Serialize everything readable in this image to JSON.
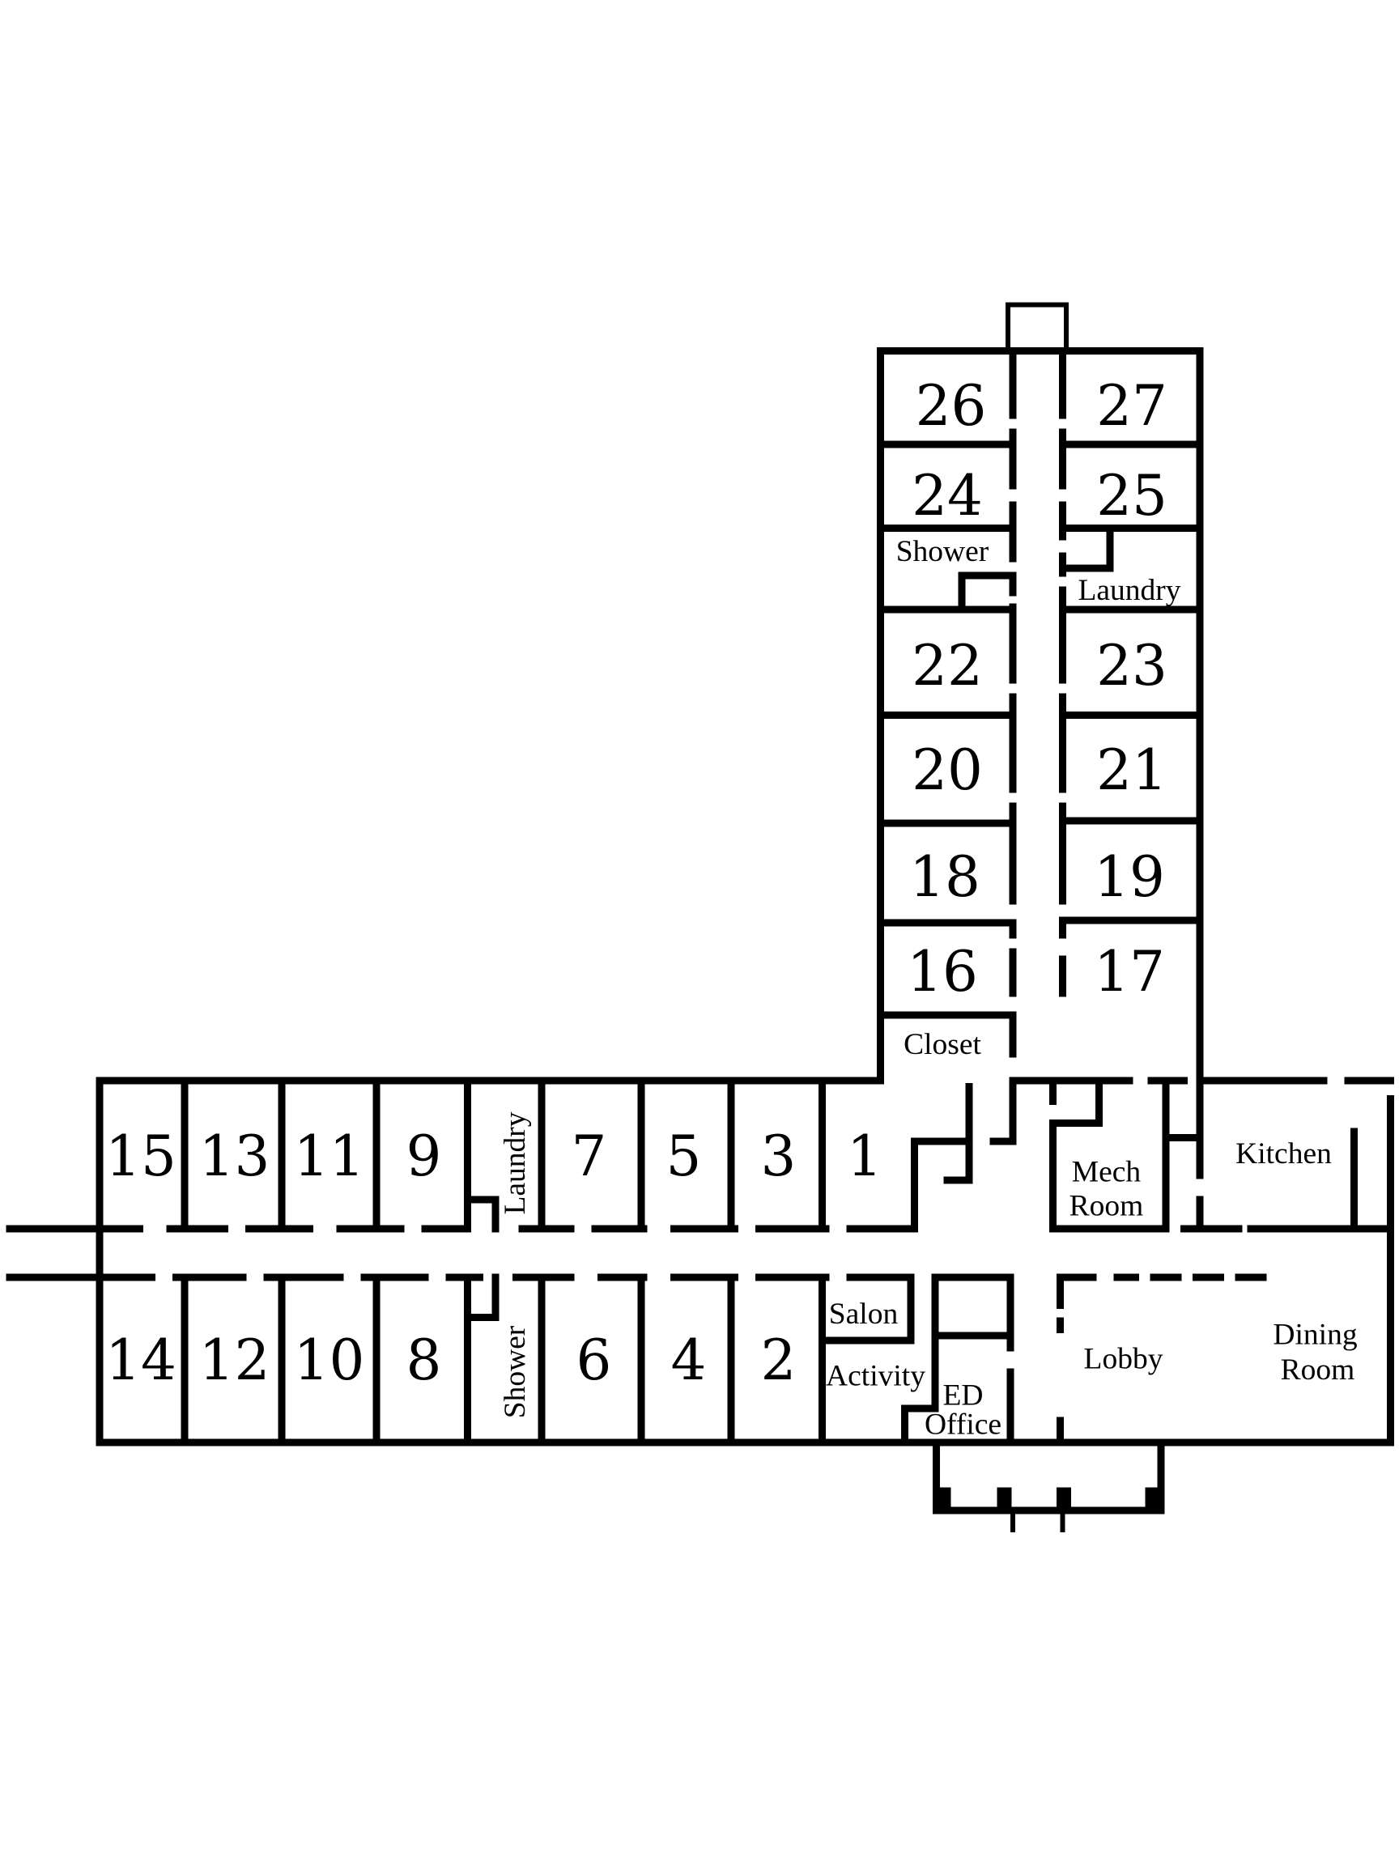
{
  "rooms": {
    "r1": "1",
    "r2": "2",
    "r3": "3",
    "r4": "4",
    "r5": "5",
    "r6": "6",
    "r7": "7",
    "r8": "8",
    "r9": "9",
    "r10": "10",
    "r11": "11",
    "r12": "12",
    "r13": "13",
    "r14": "14",
    "r15": "15",
    "r16": "16",
    "r17": "17",
    "r18": "18",
    "r19": "19",
    "r20": "20",
    "r21": "21",
    "r22": "22",
    "r23": "23",
    "r24": "24",
    "r25": "25",
    "r26": "26",
    "r27": "27"
  },
  "labels": {
    "shower_tower": "Shower",
    "laundry_tower": "Laundry",
    "closet": "Closet",
    "laundry_wing": "Laundry",
    "shower_wing": "Shower",
    "salon": "Salon",
    "activity": "Activity",
    "ed_office_1": "ED",
    "ed_office_2": "Office",
    "lobby": "Lobby",
    "dining_1": "Dining",
    "dining_2": "Room",
    "mech_1": "Mech",
    "mech_2": "Room",
    "kitchen": "Kitchen"
  }
}
